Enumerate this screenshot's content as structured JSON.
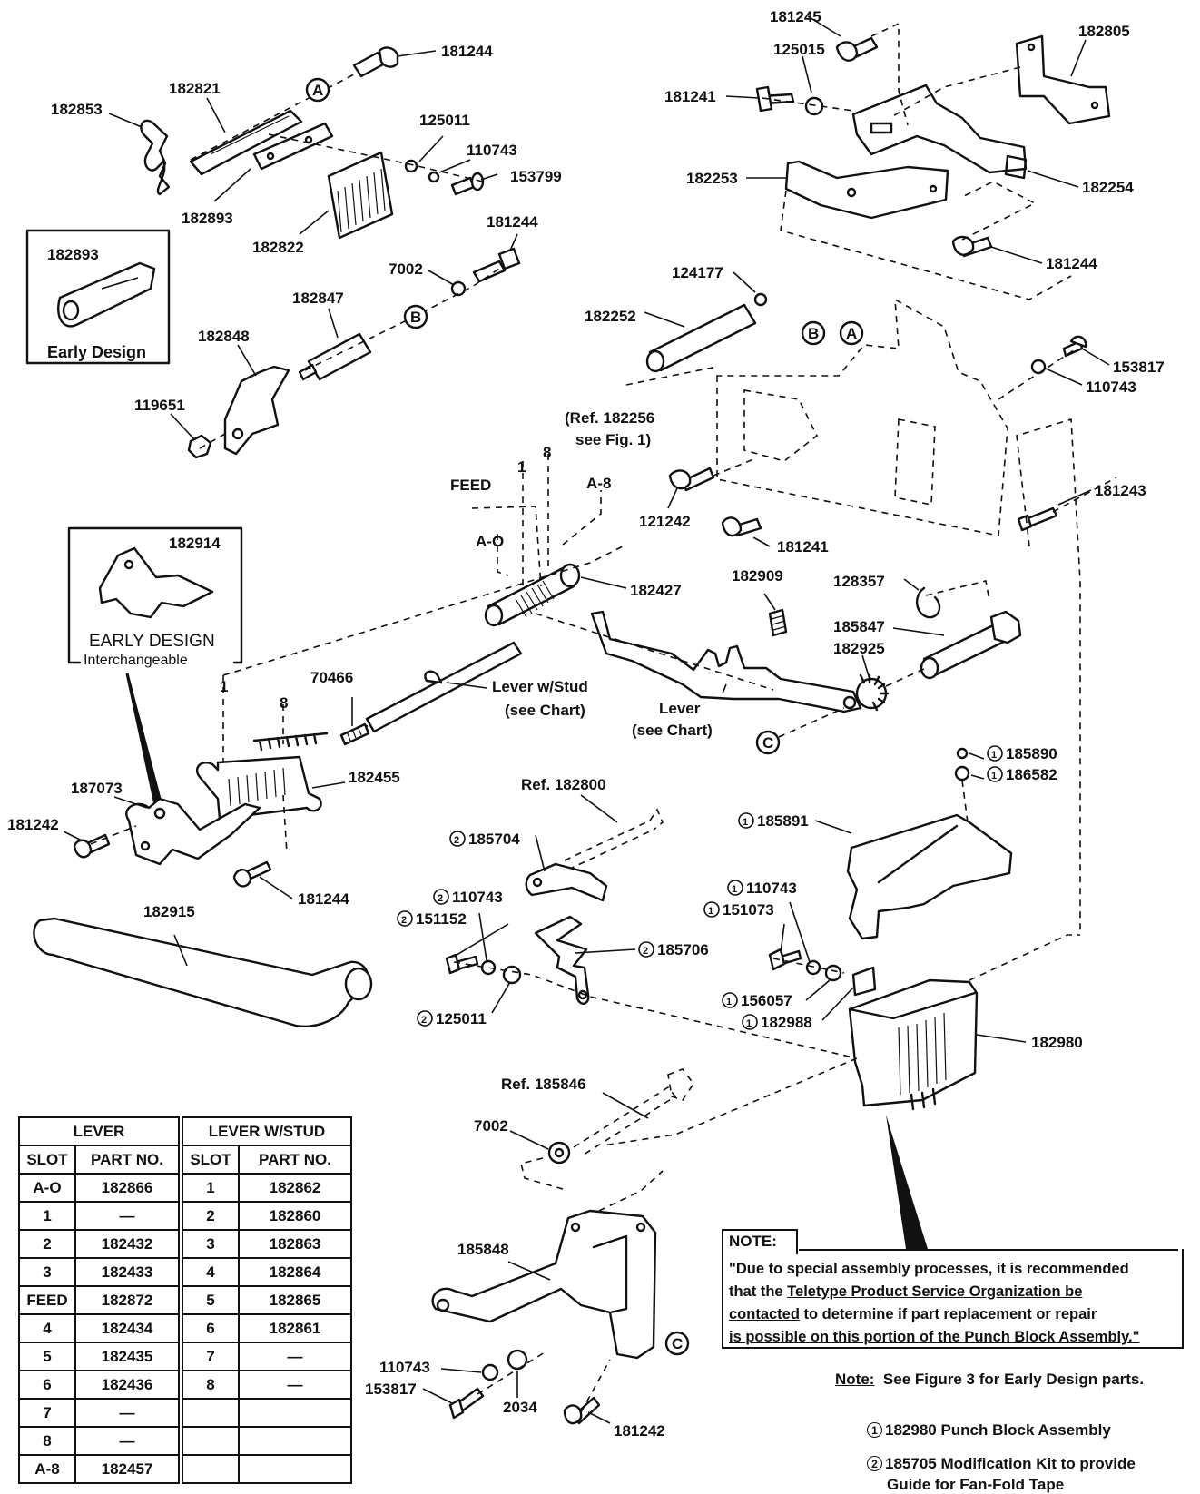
{
  "callouts": {
    "p181244_a": "181244",
    "p182853": "182853",
    "p182821": "182821",
    "p125011_a": "125011",
    "p110743_a": "110743",
    "p153799": "153799",
    "p182893": "182893",
    "p182822": "182822",
    "p181244_b": "181244",
    "p7002_a": "7002",
    "p182847": "182847",
    "p182848": "182848",
    "p119651": "119651",
    "p181245": "181245",
    "p125015": "125015",
    "p182805": "182805",
    "p181241_a": "181241",
    "p182253": "182253",
    "p182254": "182254",
    "p181244_c": "181244",
    "p124177": "124177",
    "p182252": "182252",
    "p153817_a": "153817",
    "p110743_b": "110743",
    "ref182256": "(Ref. 182256",
    "seefig1": "see Fig. 1)",
    "p121242": "121242",
    "p181241_b": "181241",
    "p181243": "181243",
    "feed": "FEED",
    "slot1": "1",
    "slot8": "8",
    "a8": "A-8",
    "a0": "A-O",
    "p182427": "182427",
    "p182909": "182909",
    "p128357": "128357",
    "p185847": "185847",
    "p182925": "182925",
    "p182914": "182914",
    "lever_stud_1": "Lever w/Stud",
    "lever_stud_2": "(see Chart)",
    "lever_1": "Lever",
    "lever_2": "(see Chart)",
    "p70466": "70466",
    "eight_b": "8",
    "one_b": "1",
    "p182455": "182455",
    "p187073": "187073",
    "p181242_a": "181242",
    "p181244_d": "181244",
    "p185890": "185890",
    "p186582": "186582",
    "p185891": "185891",
    "ref182800": "Ref. 182800",
    "p185704": "185704",
    "p110743_c": "110743",
    "p151152": "151152",
    "p185706": "185706",
    "p125011_b": "125011",
    "p110743_d": "110743",
    "p151073": "151073",
    "p156057": "156057",
    "p182988": "182988",
    "p182980": "182980",
    "p182915": "182915",
    "ref185846": "Ref. 185846",
    "p7002_b": "7002",
    "p185848": "185848",
    "p110743_e": "110743",
    "p153817_b": "153817",
    "p2034": "2034",
    "p181242_b": "181242"
  },
  "markers": {
    "A": "A",
    "B": "B",
    "C": "C",
    "one": "1",
    "two": "2"
  },
  "insets": {
    "early_design_1": "Early Design",
    "early_design_2": "EARLY DESIGN",
    "interchangeable": "Interchangeable"
  },
  "lever_table": {
    "title": "LEVER",
    "headers": [
      "SLOT",
      "PART NO."
    ],
    "rows": [
      [
        "A-O",
        "182866"
      ],
      [
        "1",
        "—"
      ],
      [
        "2",
        "182432"
      ],
      [
        "3",
        "182433"
      ],
      [
        "FEED",
        "182872"
      ],
      [
        "4",
        "182434"
      ],
      [
        "5",
        "182435"
      ],
      [
        "6",
        "182436"
      ],
      [
        "7",
        "—"
      ],
      [
        "8",
        "—"
      ],
      [
        "A-8",
        "182457"
      ]
    ]
  },
  "stud_table": {
    "title": "LEVER W/STUD",
    "headers": [
      "SLOT",
      "PART NO."
    ],
    "rows": [
      [
        "1",
        "182862"
      ],
      [
        "2",
        "182860"
      ],
      [
        "3",
        "182863"
      ],
      [
        "4",
        "182864"
      ],
      [
        "5",
        "182865"
      ],
      [
        "6",
        "182861"
      ],
      [
        "7",
        "—"
      ],
      [
        "8",
        "—"
      ],
      [
        "",
        ""
      ],
      [
        "",
        ""
      ],
      [
        "",
        ""
      ]
    ]
  },
  "note": {
    "title": "NOTE:",
    "line1": "\"Due to special assembly processes, it is recommended",
    "line2a": "that the ",
    "line2b": "Teletype Product Service Organization be",
    "line3a": "contacted",
    "line3b": " to determine if part replacement or repair",
    "line4": "is possible on this portion of the Punch Block Assembly.\""
  },
  "footnotes": {
    "see_word": "Note:",
    "see_rest": "See Figure 3 for Early Design parts.",
    "fn1": "182980 Punch Block Assembly",
    "fn2": "185705 Modification Kit to provide",
    "fn2b": "Guide for Fan-Fold Tape"
  }
}
